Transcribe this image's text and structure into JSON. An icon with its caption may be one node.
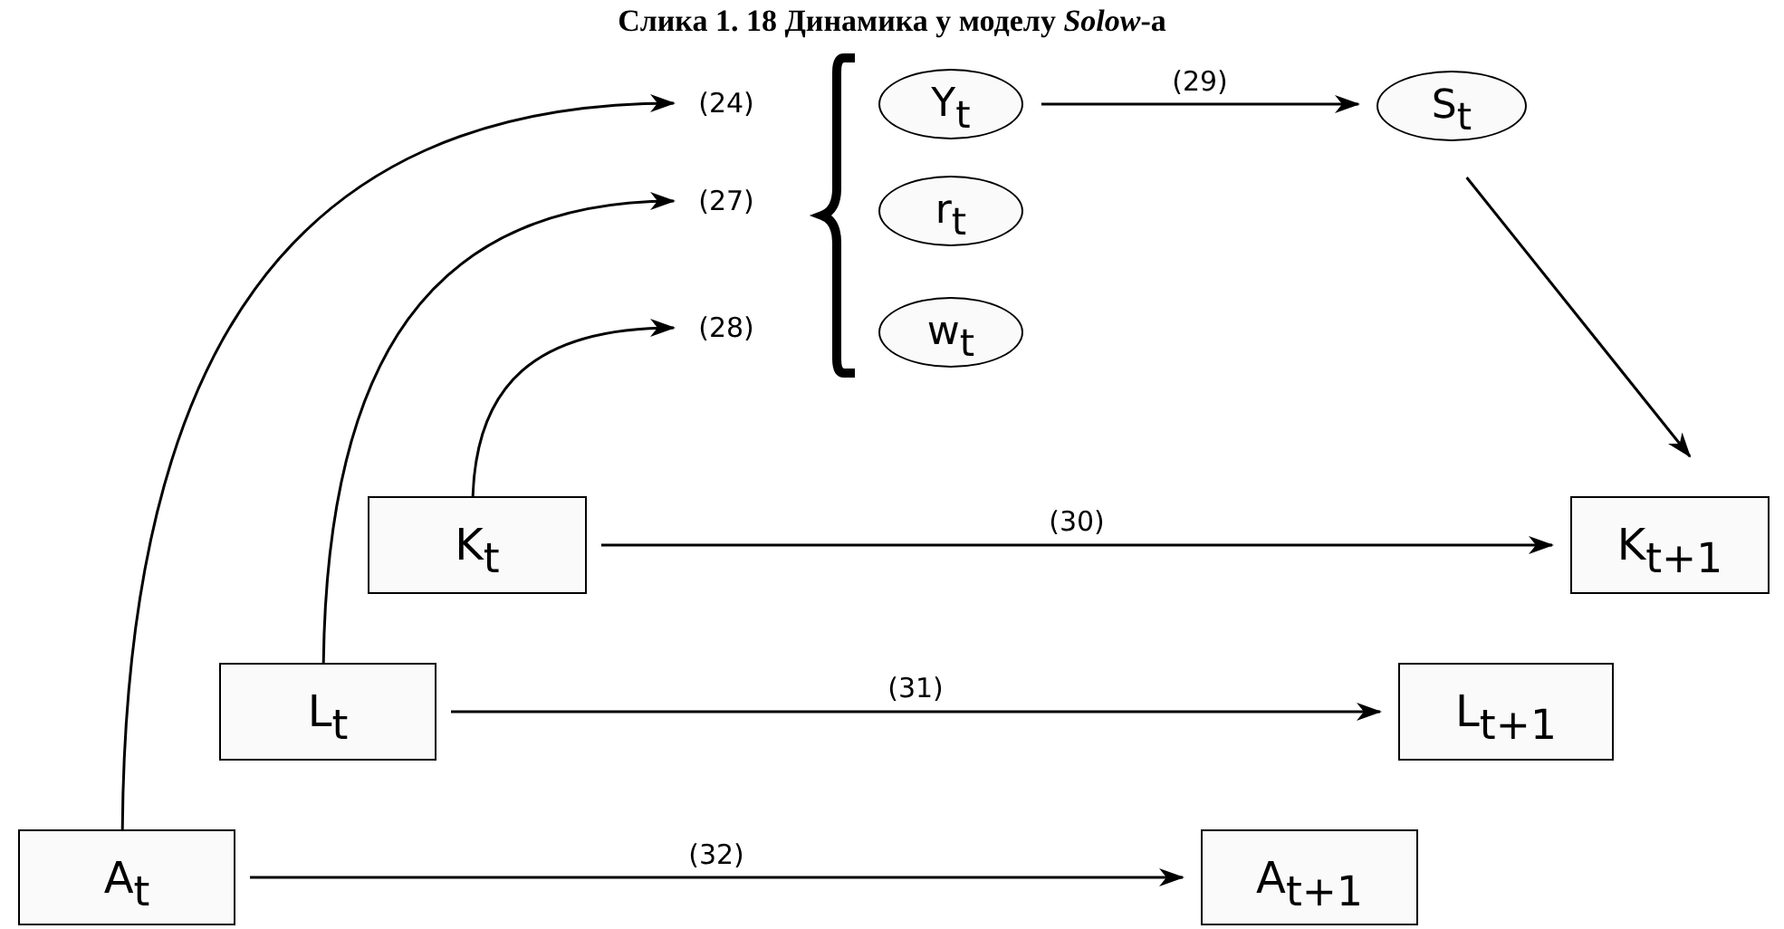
{
  "diagram": {
    "title": "Слика 1. 18 Динамика у моделу *Solow*-а",
    "nodes": [
      {
        "text": [
          "(24)"
        ]
      },
      {
        "text": [
          "Y$_{t}$"
        ]
      },
      {
        "text": [
          "S$_{t}$"
        ]
      },
      {
        "text": [
          "(27)"
        ]
      },
      {
        "text": [
          "r$_{t}$"
        ]
      },
      {
        "text": [
          "(28)"
        ]
      },
      {
        "text": [
          "w$_{t}$"
        ]
      },
      {
        "text": [
          "K$_{t}$"
        ]
      },
      {
        "text": [
          "K$_{t+1}$"
        ]
      },
      {
        "text": [
          "L$_{t}$"
        ]
      },
      {
        "text": [
          "L$_{t+1}$"
        ]
      },
      {
        "text": [
          "A$_{t}$"
        ]
      },
      {
        "text": [
          "A$_{t+1}$"
        ]
      }
    ],
    "edges": [
      {
        "from": 11,
        "to": 0,
        "arrow": "to"
      },
      {
        "from": 9,
        "to": 3,
        "arrow": "to"
      },
      {
        "from": 7,
        "to": 5,
        "arrow": "to"
      },
      {
        "from": 1,
        "to": 2,
        "arrow": "to",
        "label": "(29)"
      },
      {
        "from": 2,
        "to": 8,
        "arrow": "to"
      },
      {
        "from": 7,
        "to": 8,
        "arrow": "to",
        "label": "(30)"
      },
      {
        "from": 9,
        "to": 10,
        "arrow": "to",
        "label": "(31)"
      },
      {
        "from": 11,
        "to": 12,
        "arrow": "to",
        "label": "(32)"
      }
    ]
  }
}
